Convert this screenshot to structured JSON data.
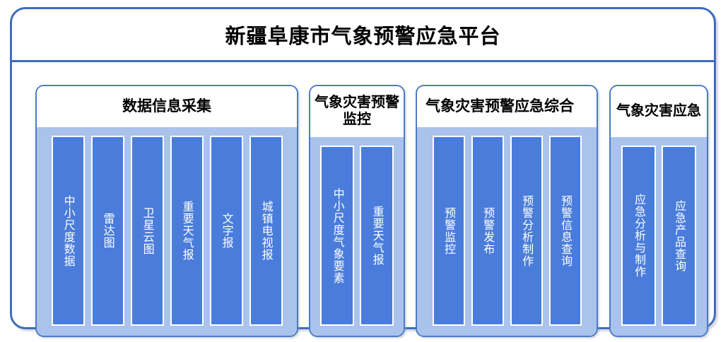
{
  "platform": {
    "title": "新疆阜康市气象预警应急平台",
    "accent_color": "#3d6cbd",
    "panel_border_color": "#4a7bc8",
    "panel_body_color": "#aac3ec",
    "item_bar_color": "#4a7ddb"
  },
  "panels": [
    {
      "header": "数据信息采集",
      "items": [
        {
          "label": "中小尺度数据"
        },
        {
          "label": "雷达图"
        },
        {
          "label": "卫星云图"
        },
        {
          "label": "重要天气报"
        },
        {
          "label": "文字报"
        },
        {
          "label": "城镇电视报"
        }
      ]
    },
    {
      "header": "气象灾害预警监控",
      "items": [
        {
          "label": "中小尺度气象要素"
        },
        {
          "label": "重要天气报"
        }
      ]
    },
    {
      "header": "气象灾害预警应急综合",
      "items": [
        {
          "label": "预警监控"
        },
        {
          "label": "预警发布"
        },
        {
          "label": "预警分析制作"
        },
        {
          "label": "预警信息查询"
        }
      ]
    },
    {
      "header": "气象灾害应急",
      "items": [
        {
          "label": "应急分析与制作"
        },
        {
          "label": "应急产品查询"
        }
      ]
    }
  ]
}
